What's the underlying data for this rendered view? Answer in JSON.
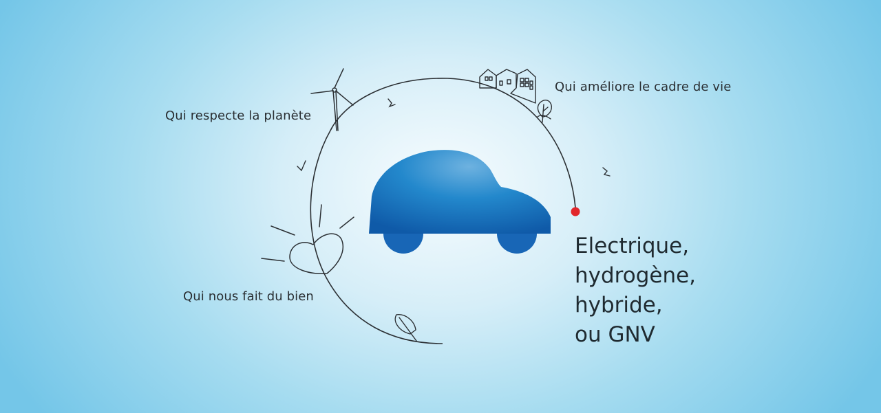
{
  "captions": {
    "planet": "Qui respecte la planète",
    "living": "Qui améliore le cadre de vie",
    "wellbeing": "Qui nous fait du bien"
  },
  "headline": {
    "line1": "Electrique,",
    "line2": "hydrogène,",
    "line3": "hybride,",
    "line4": "ou GNV"
  },
  "colors": {
    "car_blue": "#1a76c4",
    "dot_red": "#e1262b",
    "line": "#2b2f33"
  },
  "icons": [
    "wind-turbine-icon",
    "houses-icon",
    "tree-icon",
    "heart-icon",
    "leaf-icon",
    "bird-icon",
    "car-icon"
  ]
}
